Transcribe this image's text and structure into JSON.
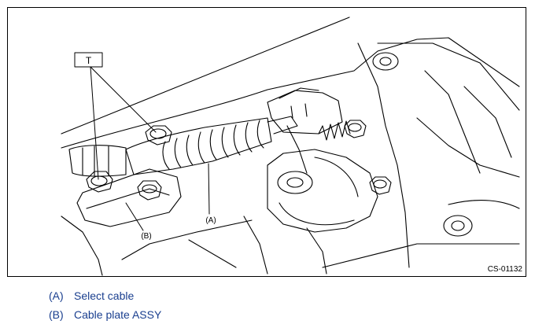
{
  "figure": {
    "id": "CS-01132",
    "callouts": {
      "t": "T",
      "a": "(A)",
      "b": "(B)"
    }
  },
  "legend": [
    {
      "key": "(A)",
      "label": "Select cable"
    },
    {
      "key": "(B)",
      "label": "Cable plate ASSY"
    }
  ]
}
